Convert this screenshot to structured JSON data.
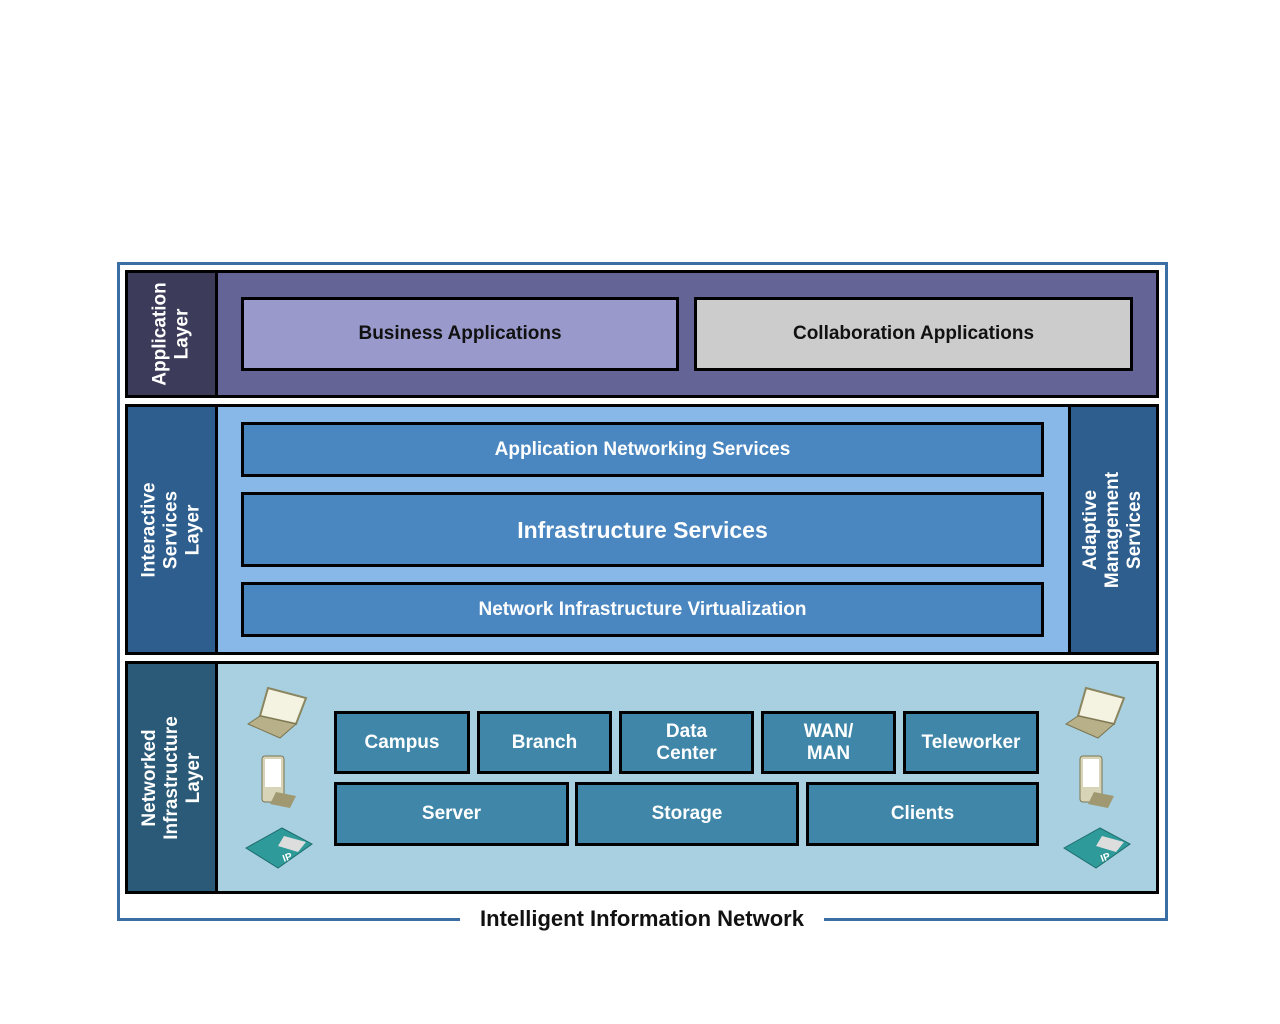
{
  "diagram_title": "Intelligent Information Network",
  "application_layer": {
    "label": "Application Layer",
    "boxes": [
      "Business Applications",
      "Collaboration Applications"
    ]
  },
  "interactive_layer": {
    "label": "Interactive Services Layer",
    "side_label": "Adaptive Management Services",
    "boxes": [
      "Application Networking Services",
      "Infrastructure Services",
      "Network Infrastructure Virtualization"
    ]
  },
  "network_layer": {
    "label": "Networked Infrastructure Layer",
    "row1": [
      "Campus",
      "Branch",
      "Data Center",
      "WAN/ MAN",
      "Teleworker"
    ],
    "row2": [
      "Server",
      "Storage",
      "Clients"
    ]
  },
  "icons": [
    "laptop-icon",
    "pda-icon",
    "ip-phone-icon"
  ],
  "colors": {
    "frame": "#3a6ea5",
    "app_bg": "#646496",
    "business": "#9999cc",
    "collab": "#cccccc",
    "interactive_bg": "#88b8e8",
    "service_box": "#4a86c0",
    "network_bg": "#a8d0e0",
    "network_box": "#3f86a8"
  }
}
